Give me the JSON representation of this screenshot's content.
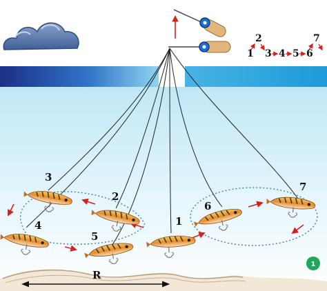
{
  "positions": [
    {
      "id": "1",
      "label": "1"
    },
    {
      "id": "2",
      "label": "2"
    },
    {
      "id": "3",
      "label": "3"
    },
    {
      "id": "4",
      "label": "4"
    },
    {
      "id": "5",
      "label": "5"
    },
    {
      "id": "6",
      "label": "6"
    },
    {
      "id": "7",
      "label": "7"
    }
  ],
  "sequence": {
    "row_top": [
      "2",
      "7"
    ],
    "row_bottom": [
      "1",
      "3",
      "4",
      "5",
      "6"
    ],
    "arrow_glyph": "→"
  },
  "distance_label": "R",
  "badge": "1",
  "colors": {
    "water_top": "#c9ecf7",
    "water_bottom": "#ffffff",
    "ice_dark": "#1b3a8f",
    "ice_light": "#2aa7e0",
    "lure_body": "#f0a040",
    "arrow": "#d62020",
    "path": "#3a7fb8",
    "badge": "#1fa85a",
    "cloud": "#4c6fa3"
  },
  "icons": [
    "cloud-icon",
    "ice-fishing-rod-icon",
    "lure-icon",
    "hook-icon"
  ]
}
